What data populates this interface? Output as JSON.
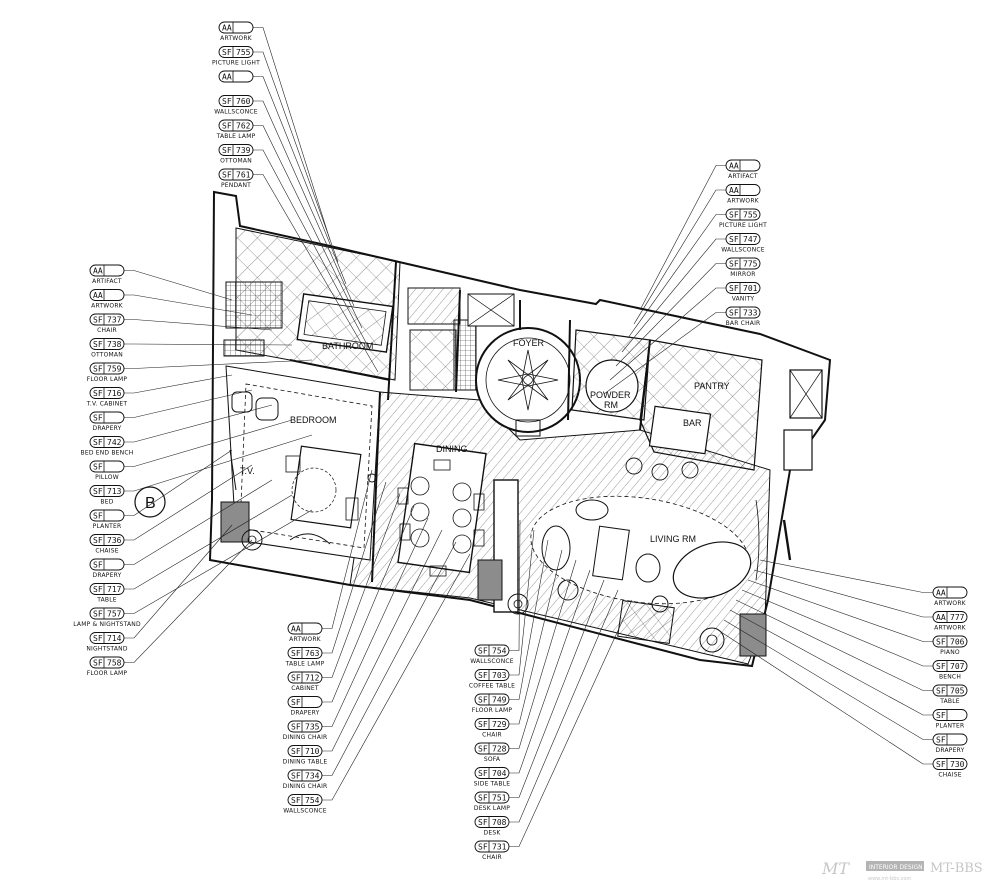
{
  "rooms": {
    "bathroom": "BATHROOM",
    "bedroom": "BEDROOM",
    "foyer": "FOYER",
    "powder": "POWDER",
    "powder_rm": "RM",
    "pantry": "PANTRY",
    "bar": "BAR",
    "dining": "DINING",
    "living": "LIVING RM",
    "tv": "T.V."
  },
  "section_marker": "B",
  "tags": {
    "top_left": [
      {
        "code": "AA",
        "num": "",
        "label": "ARTWORK"
      },
      {
        "code": "SF",
        "num": "755",
        "label": "PICTURE LIGHT"
      },
      {
        "code": "AA",
        "num": "",
        "label": ""
      },
      {
        "code": "SF",
        "num": "760",
        "label": "WALLSCONCE"
      },
      {
        "code": "SF",
        "num": "762",
        "label": "TABLE LAMP"
      },
      {
        "code": "SF",
        "num": "739",
        "label": "OTTOMAN"
      },
      {
        "code": "SF",
        "num": "761",
        "label": "PENDANT"
      }
    ],
    "left": [
      {
        "code": "AA",
        "num": "",
        "label": "ARTIFACT"
      },
      {
        "code": "AA",
        "num": "",
        "label": "ARTWORK"
      },
      {
        "code": "SF",
        "num": "737",
        "label": "CHAIR"
      },
      {
        "code": "SF",
        "num": "738",
        "label": "OTTOMAN"
      },
      {
        "code": "SF",
        "num": "759",
        "label": "FLOOR LAMP"
      },
      {
        "code": "SF",
        "num": "716",
        "label": "T.V. CABINET"
      },
      {
        "code": "SF",
        "num": "",
        "label": "DRAPERY"
      },
      {
        "code": "SF",
        "num": "742",
        "label": "BED END BENCH"
      },
      {
        "code": "SF",
        "num": "",
        "label": "PILLOW"
      },
      {
        "code": "SF",
        "num": "713",
        "label": "BED"
      },
      {
        "code": "SF",
        "num": "",
        "label": "PLANTER"
      },
      {
        "code": "SF",
        "num": "736",
        "label": "CHAISE"
      },
      {
        "code": "SF",
        "num": "",
        "label": "DRAPERY"
      },
      {
        "code": "SF",
        "num": "717",
        "label": "TABLE"
      },
      {
        "code": "SF",
        "num": "757",
        "label": "LAMP & NIGHTSTAND"
      },
      {
        "code": "SF",
        "num": "714",
        "label": "NIGHTSTAND"
      },
      {
        "code": "SF",
        "num": "758",
        "label": "FLOOR LAMP"
      }
    ],
    "top_right": [
      {
        "code": "AA",
        "num": "",
        "label": "ARTIFACT"
      },
      {
        "code": "AA",
        "num": "",
        "label": "ARTWORK"
      },
      {
        "code": "SF",
        "num": "755",
        "label": "PICTURE LIGHT"
      },
      {
        "code": "SF",
        "num": "747",
        "label": "WALLSCONCE"
      },
      {
        "code": "SF",
        "num": "775",
        "label": "MIRROR"
      },
      {
        "code": "SF",
        "num": "701",
        "label": "VANITY"
      },
      {
        "code": "SF",
        "num": "733",
        "label": "BAR CHAIR"
      }
    ],
    "bottom_center_left": [
      {
        "code": "AA",
        "num": "",
        "label": "ARTWORK"
      },
      {
        "code": "SF",
        "num": "763",
        "label": "TABLE LAMP"
      },
      {
        "code": "SF",
        "num": "712",
        "label": "CABINET"
      },
      {
        "code": "SF",
        "num": "",
        "label": "DRAPERY"
      },
      {
        "code": "SF",
        "num": "735",
        "label": "DINING CHAIR"
      },
      {
        "code": "SF",
        "num": "710",
        "label": "DINING TABLE"
      },
      {
        "code": "SF",
        "num": "734",
        "label": "DINING CHAIR"
      },
      {
        "code": "SF",
        "num": "754",
        "label": "WALLSCONCE"
      }
    ],
    "bottom_center": [
      {
        "code": "SF",
        "num": "754",
        "label": "WALLSCONCE"
      },
      {
        "code": "SF",
        "num": "703",
        "label": "COFFEE TABLE"
      },
      {
        "code": "SF",
        "num": "749",
        "label": "FLOOR LAMP"
      },
      {
        "code": "SF",
        "num": "729",
        "label": "CHAIR"
      },
      {
        "code": "SF",
        "num": "728",
        "label": "SOFA"
      },
      {
        "code": "SF",
        "num": "704",
        "label": "SIDE TABLE"
      },
      {
        "code": "SF",
        "num": "751",
        "label": "DESK LAMP"
      },
      {
        "code": "SF",
        "num": "708",
        "label": "DESK"
      },
      {
        "code": "SF",
        "num": "731",
        "label": "CHAIR"
      }
    ],
    "right": [
      {
        "code": "AA",
        "num": "",
        "label": "ARTWORK"
      },
      {
        "code": "AA",
        "num": "777",
        "label": "ARTWORK"
      },
      {
        "code": "SF",
        "num": "706",
        "label": "PIANO"
      },
      {
        "code": "SF",
        "num": "707",
        "label": "BENCH"
      },
      {
        "code": "SF",
        "num": "705",
        "label": "TABLE"
      },
      {
        "code": "SF",
        "num": "",
        "label": "PLANTER"
      },
      {
        "code": "SF",
        "num": "",
        "label": "DRAPERY"
      },
      {
        "code": "SF",
        "num": "730",
        "label": "CHAISE"
      }
    ]
  },
  "watermark": {
    "left": "MT",
    "badge": "INTERIOR DESIGN",
    "right": "MT-BBS",
    "sub": "www.mt-bbs.com"
  },
  "colors": {
    "ink": "#111111",
    "hatch": "#555555",
    "fill_gray": "#8c8c8c"
  }
}
